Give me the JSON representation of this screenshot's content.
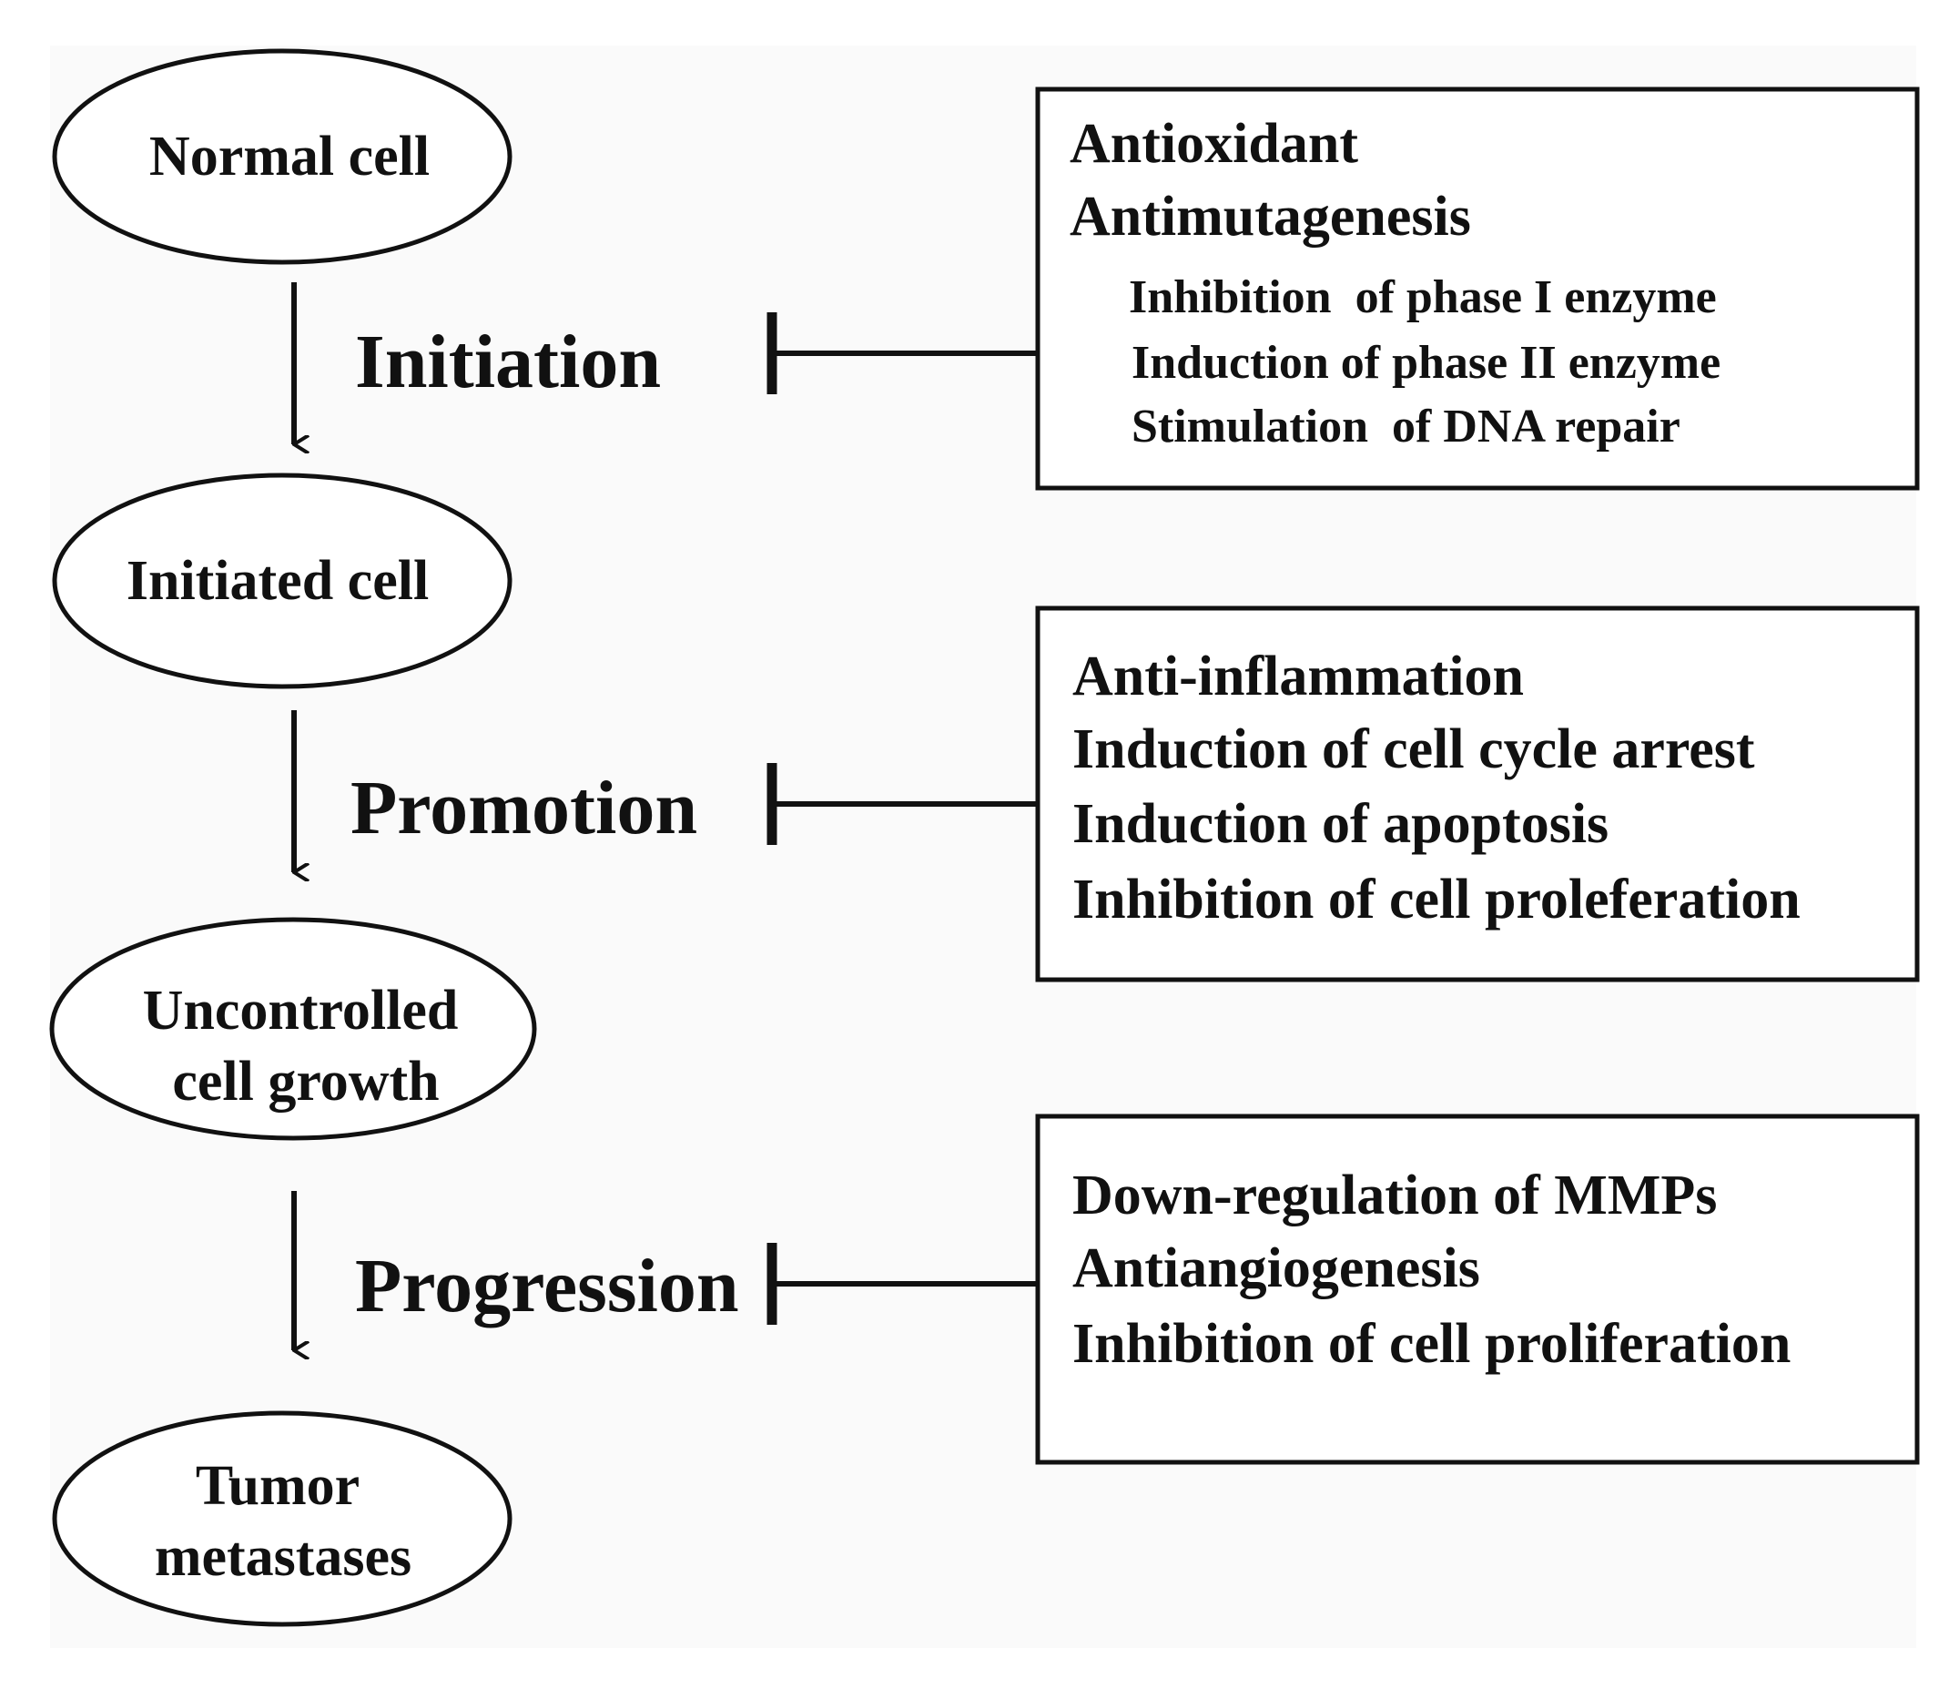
{
  "cells": [
    {
      "lines": [
        "Normal cell"
      ]
    },
    {
      "lines": [
        "Initiated cell"
      ]
    },
    {
      "lines": [
        "Uncontrolled",
        "cell growth"
      ]
    },
    {
      "lines": [
        "Tumor",
        "metastases"
      ]
    }
  ],
  "stages": [
    {
      "label": "Initiation"
    },
    {
      "label": "Promotion"
    },
    {
      "label": "Progression"
    }
  ],
  "boxes": [
    {
      "items": [
        {
          "text": "Antioxidant",
          "level": 0
        },
        {
          "text": "Antimutagenesis",
          "level": 0
        },
        {
          "text": "Inhibition  of phase I enzyme",
          "level": 1
        },
        {
          "text": "Induction of phase II enzyme",
          "level": 1
        },
        {
          "text": "Stimulation  of DNA repair",
          "level": 1
        }
      ]
    },
    {
      "items": [
        {
          "text": "Anti-inflammation",
          "level": 0
        },
        {
          "text": "Induction of cell cycle arrest",
          "level": 0
        },
        {
          "text": "Induction of apoptosis",
          "level": 0
        },
        {
          "text": "Inhibition of cell proleferation",
          "level": 0
        }
      ]
    },
    {
      "items": [
        {
          "text": "Down-regulation of MMPs",
          "level": 0
        },
        {
          "text": "Antiangiogenesis",
          "level": 0
        },
        {
          "text": "Inhibition of cell proliferation",
          "level": 0
        }
      ]
    }
  ],
  "colors": {
    "stroke": "#111111",
    "background": "#fafafa"
  }
}
